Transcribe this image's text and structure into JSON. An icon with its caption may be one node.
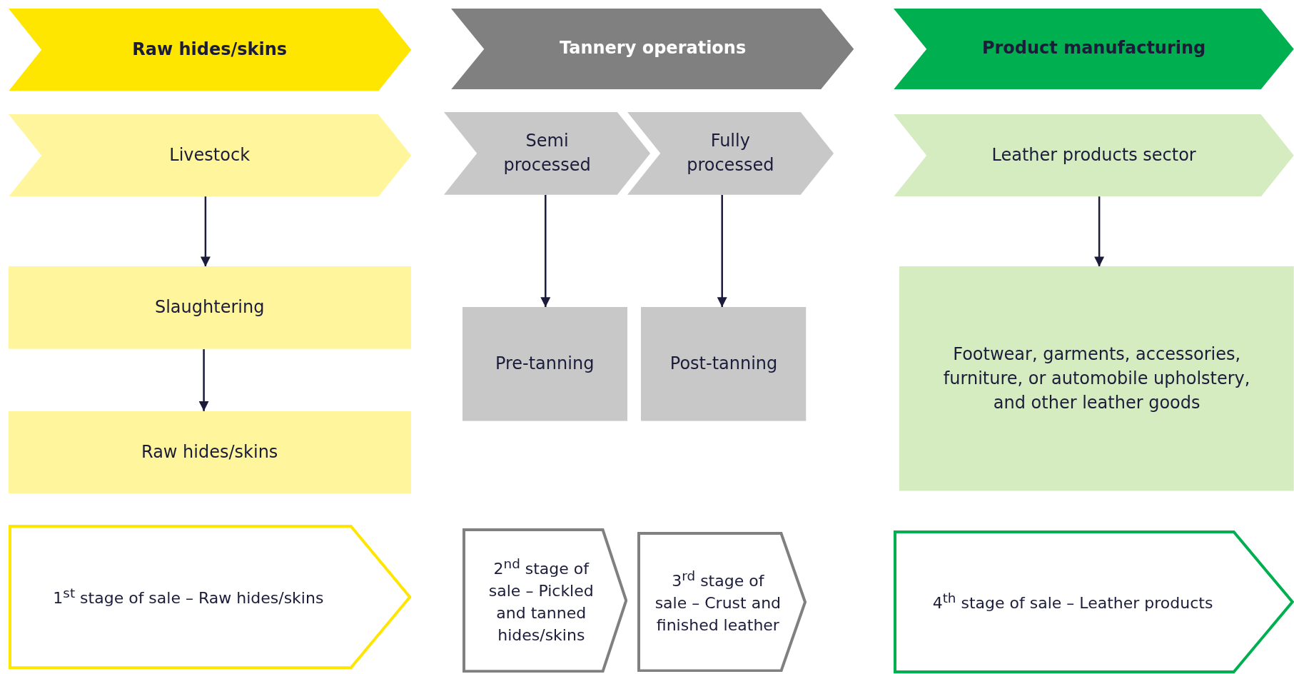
{
  "diagram": {
    "nodes": [
      {
        "text": [
          "Raw hides/skins"
        ]
      },
      {
        "text": [
          "Tannery operations"
        ]
      },
      {
        "text": [
          "Product manufacturing"
        ]
      },
      {
        "text": [
          "Livestock"
        ]
      },
      {
        "text": [
          "Semi processed"
        ]
      },
      {
        "text": [
          "Fully processed"
        ]
      },
      {
        "text": [
          "Leather products sector"
        ]
      },
      {
        "text": [
          "Slaughtering"
        ]
      },
      {
        "text": [
          "Pre-tanning"
        ]
      },
      {
        "text": [
          "Post-tanning"
        ]
      },
      {
        "text": [
          "Footwear, garments, accessories, furniture, or automobile upholstery, and other leather goods"
        ]
      },
      {
        "text": [
          "Raw hides/skins"
        ]
      },
      {
        "text": [
          "1$^{st}$ stage of sale – Raw hides/skins"
        ]
      },
      {
        "text": [
          "2$^{nd}$ stage of sale – Pickled and tanned hides/skins"
        ]
      },
      {
        "text": [
          "3$^{rd}$ stage of sale – Crust and finished leather"
        ]
      },
      {
        "text": [
          "4$^{th}$ stage of sale – Leather products"
        ]
      }
    ],
    "edges": [
      {
        "from": 3,
        "to": 7,
        "arrow": "to"
      },
      {
        "from": 7,
        "to": 11,
        "arrow": "to"
      },
      {
        "from": 4,
        "to": 8,
        "arrow": "to"
      },
      {
        "from": 5,
        "to": 9,
        "arrow": "to"
      },
      {
        "from": 6,
        "to": 10,
        "arrow": "to"
      }
    ]
  }
}
